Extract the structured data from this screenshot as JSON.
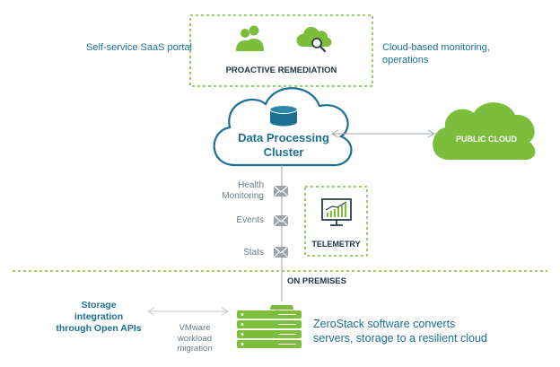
{
  "colors": {
    "accent_green": "#7dbd3c",
    "primary_blue": "#1b6f93",
    "gray": "#9aa4ab"
  },
  "top": {
    "left_label": "Self-service SaaS portal",
    "right_label_line1": "Cloud-based monitoring,",
    "right_label_line2": "operations",
    "box_title": "PROACTIVE REMEDIATION",
    "icons": [
      "users-icon",
      "cloud-search-icon"
    ]
  },
  "cluster": {
    "line1": "Data Processing",
    "line2": "Cluster",
    "icon": "database-icon"
  },
  "public_cloud": {
    "label": "PUBLIC CLOUD"
  },
  "channels": [
    {
      "line1": "Health",
      "line2": "Monitoring"
    },
    {
      "line1": "Events",
      "line2": ""
    },
    {
      "line1": "Stats",
      "line2": ""
    }
  ],
  "telemetry": {
    "label": "TELEMETRY",
    "icon": "chart-monitor-icon"
  },
  "on_premises": {
    "label": "ON PREMISES"
  },
  "bottom": {
    "storage_line1": "Storage",
    "storage_line2": "integration",
    "storage_line3": "through Open APIs",
    "vmware_line1": "VMware",
    "vmware_line2": "workload",
    "vmware_line3": "migration",
    "zerostack_line1": "ZeroStack software converts",
    "zerostack_line2": "servers, storage to a resilient cloud",
    "icon": "server-stack-icon"
  }
}
